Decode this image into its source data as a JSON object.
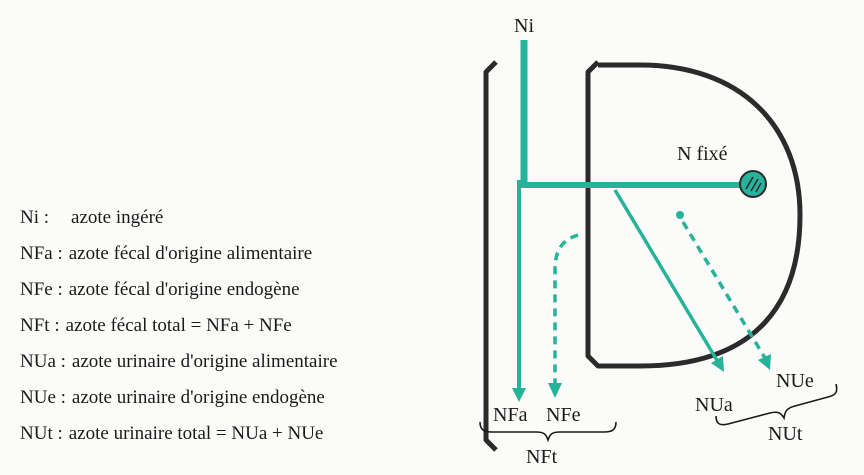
{
  "legend": [
    {
      "abbr": "Ni :",
      "desc": "azote ingéré"
    },
    {
      "abbr": "NFa :",
      "desc": "azote fécal d'origine alimentaire"
    },
    {
      "abbr": "NFe :",
      "desc": "azote fécal d'origine endogène"
    },
    {
      "abbr": "NFt :",
      "desc": "azote fécal total = NFa + NFe"
    },
    {
      "abbr": "NUa :",
      "desc": "azote urinaire d'origine alimentaire"
    },
    {
      "abbr": "NUe :",
      "desc": "azote urinaire d'origine endogène"
    },
    {
      "abbr": "NUt :",
      "desc": "azote urinaire total = NUa + NUe"
    }
  ],
  "diagram": {
    "ni_label": "Ni",
    "nfixe_label": "N fixé",
    "nfa_label": "NFa",
    "nfe_label": "NFe",
    "nft_label": "NFt",
    "nua_label": "NUa",
    "nue_label": "NUe",
    "nut_label": "NUt"
  },
  "colors": {
    "teal": "#26b39a",
    "dark": "#2b2b2b"
  }
}
